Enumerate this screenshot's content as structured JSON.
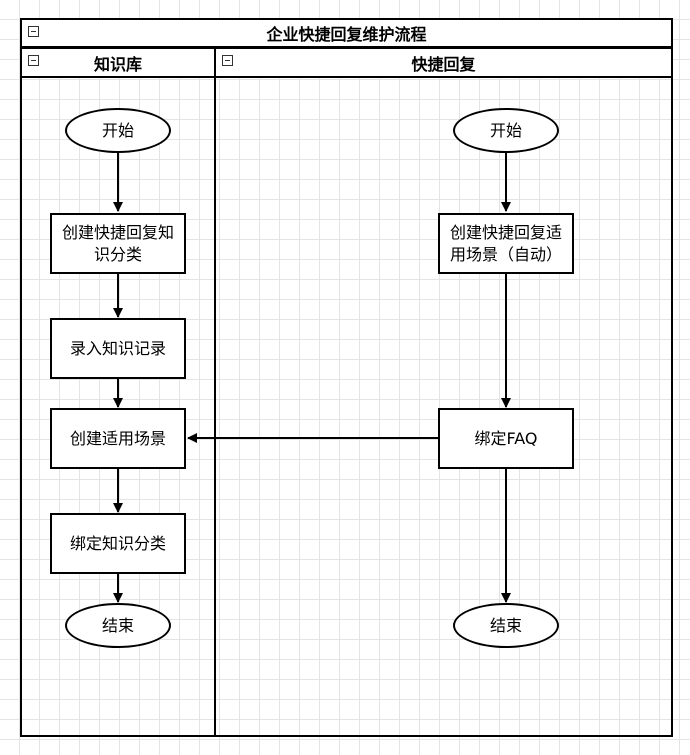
{
  "diagram": {
    "title": "企业快捷回复维护流程",
    "lanes": [
      {
        "id": "kb",
        "title": "知识库"
      },
      {
        "id": "qr",
        "title": "快捷回复"
      }
    ],
    "nodes": {
      "kb_start": "开始",
      "kb_create_category": "创建快捷回复知识分类",
      "kb_input_record": "录入知识记录",
      "kb_create_scene": "创建适用场景",
      "kb_bind_category": "绑定知识分类",
      "kb_end": "结束",
      "qr_start": "开始",
      "qr_create_scene_auto": "创建快捷回复适用场景（自动）",
      "qr_bind_faq": "绑定FAQ",
      "qr_end": "结束"
    }
  }
}
